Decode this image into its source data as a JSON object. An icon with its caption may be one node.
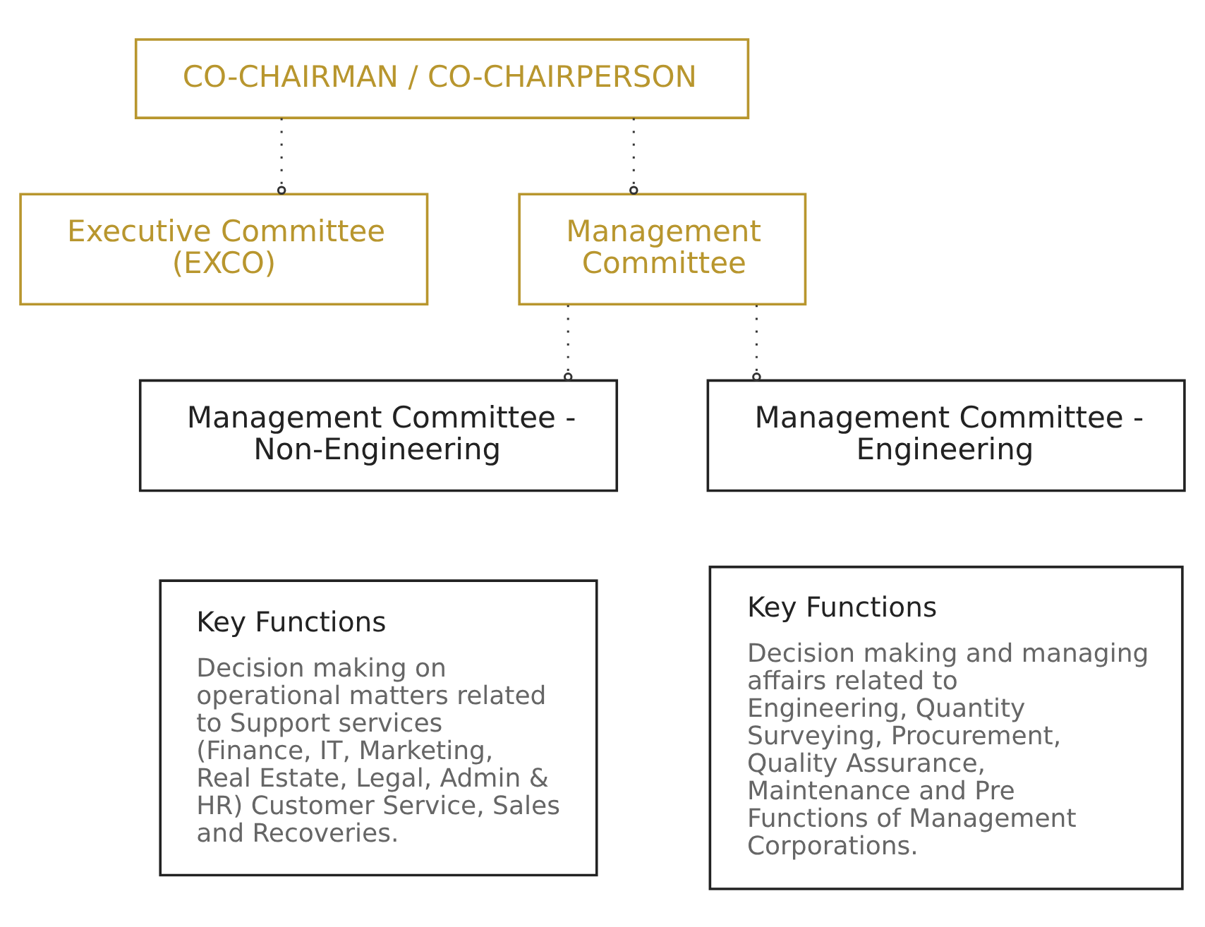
{
  "diagram": {
    "nodes": [
      {
        "text": [
          "CO-CHAIRMAN / CO-CHAIRPERSON"
        ]
      },
      {
        "text": [
          "Executive Committee (EXCO)"
        ]
      },
      {
        "text": [
          "Management Committee"
        ]
      },
      {
        "text": [
          "Management Committee - Non-Engineering"
        ]
      },
      {
        "text": [
          "Management Committee - Engineering"
        ]
      },
      {
        "text": [
          "Key Functions",
          "Decision making on operational matters related to Support services (Finance, IT, Marketing, Real Estate, Legal, Admin & HR) Customer Service, Sales and Recoveries."
        ]
      },
      {
        "text": [
          "Key Functions",
          "Decision making and managing affairs related to Engineering, Quantity Surveying, Procurement, Quality Assurance, Maintenance and Pre Functions of Management Corporations."
        ]
      }
    ],
    "edges": [
      {
        "from": 0,
        "to": 1,
        "arrow": "other",
        "style": "dashed"
      },
      {
        "from": 0,
        "to": 2,
        "arrow": "other",
        "style": "dashed"
      },
      {
        "from": 2,
        "to": 3,
        "arrow": "other",
        "style": "dashed"
      },
      {
        "from": 2,
        "to": 4,
        "arrow": "other",
        "style": "dashed"
      }
    ]
  }
}
